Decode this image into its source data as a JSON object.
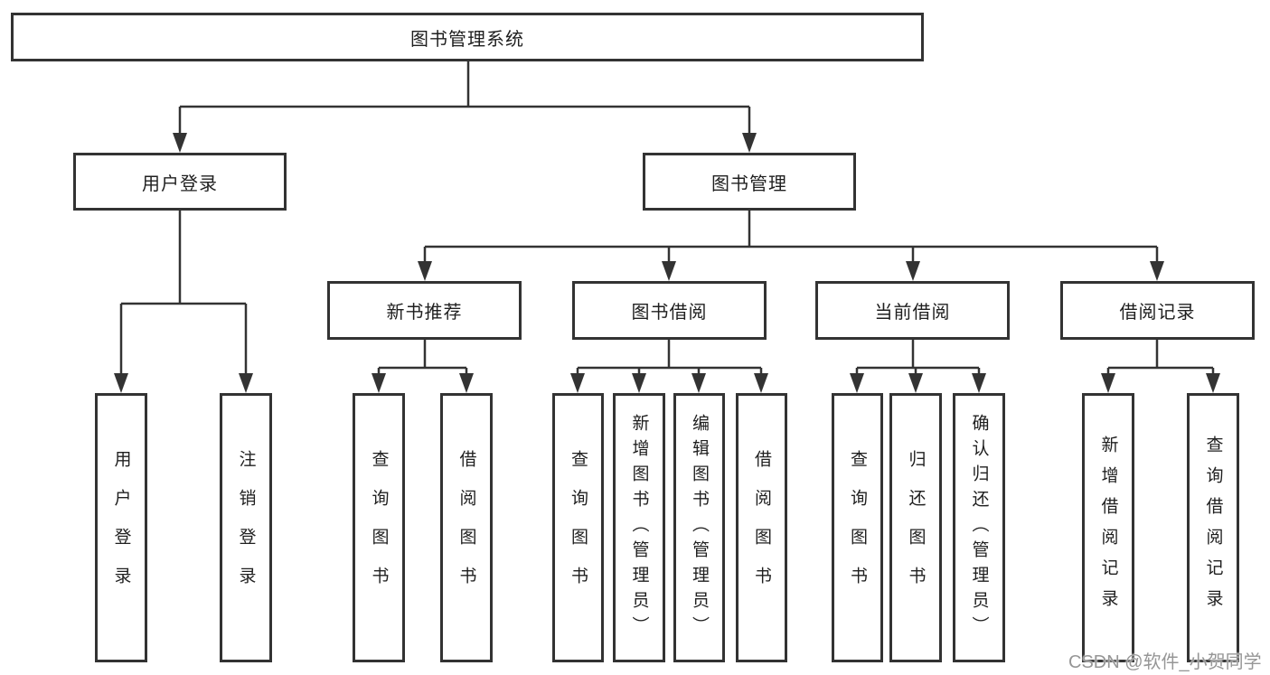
{
  "tree": {
    "label": "图书管理系统",
    "children": [
      {
        "label": "用户登录",
        "children": [
          {
            "label": "用户登录"
          },
          {
            "label": "注销登录"
          }
        ]
      },
      {
        "label": "图书管理",
        "children": [
          {
            "label": "新书推荐",
            "children": [
              {
                "label": "查询图书"
              },
              {
                "label": "借阅图书"
              }
            ]
          },
          {
            "label": "图书借阅",
            "children": [
              {
                "label": "查询图书"
              },
              {
                "label": "新增图书（管理员）"
              },
              {
                "label": "编辑图书（管理员）"
              },
              {
                "label": "借阅图书"
              }
            ]
          },
          {
            "label": "当前借阅",
            "children": [
              {
                "label": "查询图书"
              },
              {
                "label": "归还图书"
              },
              {
                "label": "确认归还（管理员）"
              }
            ]
          },
          {
            "label": "借阅记录",
            "children": [
              {
                "label": "新增借阅记录"
              },
              {
                "label": "查询借阅记录"
              }
            ]
          }
        ]
      }
    ]
  },
  "watermark": {
    "text": "CSDN @软件_小贺同学"
  },
  "colors": {
    "line": "#333333",
    "text": "#1f1f1f",
    "watermark": "#969696",
    "background": "#ffffff"
  }
}
